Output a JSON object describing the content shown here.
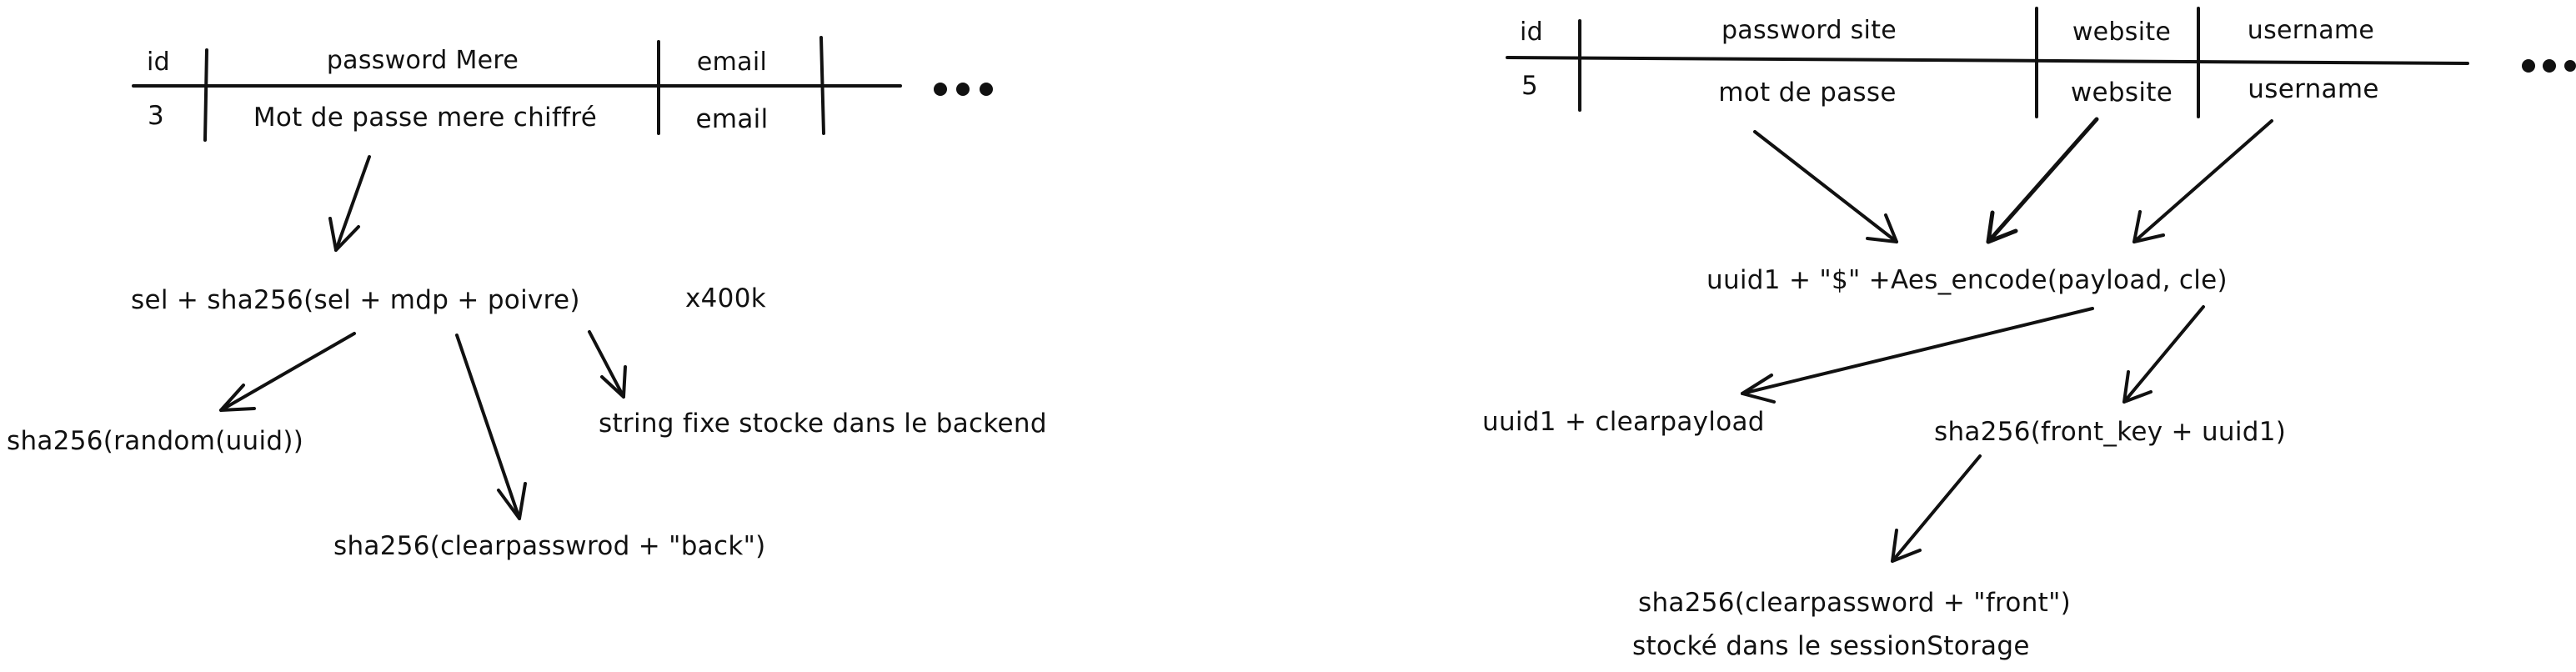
{
  "left_table": {
    "headers": {
      "id": "id",
      "password": "password Mere",
      "email": "email"
    },
    "row": {
      "id": "3",
      "password": "Mot de passe mere chiffré",
      "email": "email"
    }
  },
  "left_formula": {
    "expression": "sel + sha256(sel + mdp + poivre)",
    "iterations": "x400k"
  },
  "left_nodes": {
    "salt": "sha256(random(uuid))",
    "pepper": "string fixe stocke dans le backend",
    "mdp": "sha256(clearpasswrod + \"back\")"
  },
  "right_table": {
    "headers": {
      "id": "id",
      "password": "password site",
      "website": "website",
      "username": "username"
    },
    "row": {
      "id": "5",
      "password": "mot de passe",
      "website": "website",
      "username": "username"
    }
  },
  "right_formula": {
    "expression": "uuid1 + \"$\" +Aes_encode(payload, cle)"
  },
  "right_nodes": {
    "payload": "uuid1 + clearpayload",
    "key": "sha256(front_key + uuid1)",
    "front_hash": "sha256(clearpassword + \"front\")",
    "storage": "stocké dans le sessionStorage"
  }
}
